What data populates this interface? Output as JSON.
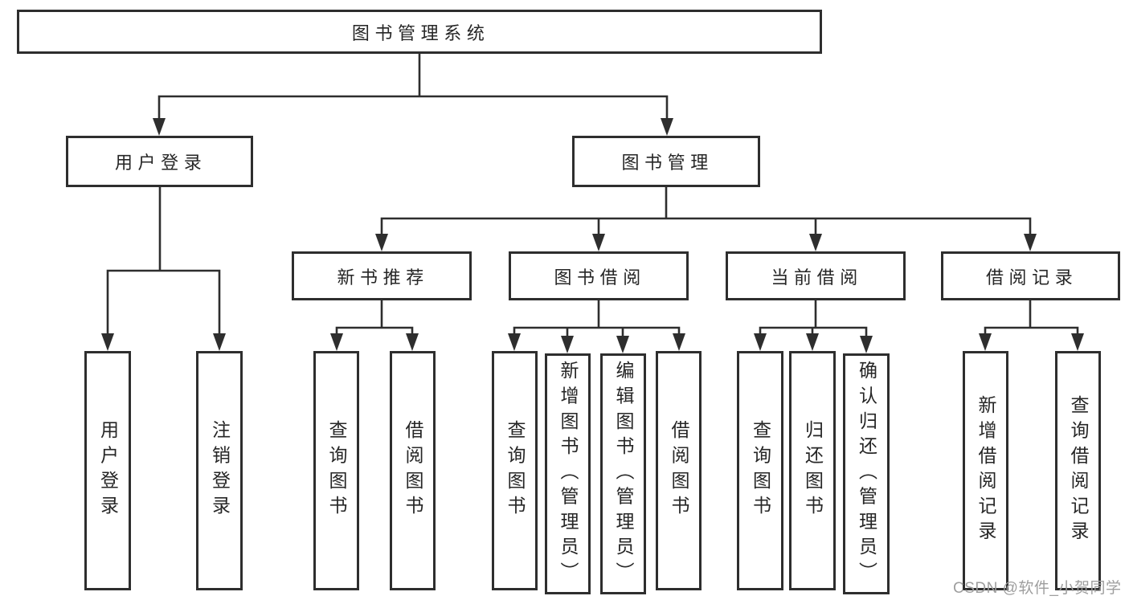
{
  "diagram_type": "hierarchy-diagram",
  "tree": {
    "root": {
      "label": "图书管理系统",
      "children": [
        {
          "label": "用户登录",
          "children": [
            {
              "label": "用户登录"
            },
            {
              "label": "注销登录"
            }
          ]
        },
        {
          "label": "图书管理",
          "children": [
            {
              "label": "新书推荐",
              "children": [
                {
                  "label": "查询图书"
                },
                {
                  "label": "借阅图书"
                }
              ]
            },
            {
              "label": "图书借阅",
              "children": [
                {
                  "label": "查询图书"
                },
                {
                  "label": "新增图书（管理员）"
                },
                {
                  "label": "编辑图书（管理员）"
                },
                {
                  "label": "借阅图书"
                }
              ]
            },
            {
              "label": "当前借阅",
              "children": [
                {
                  "label": "查询图书"
                },
                {
                  "label": "归还图书"
                },
                {
                  "label": "确认归还（管理员）"
                }
              ]
            },
            {
              "label": "借阅记录",
              "children": [
                {
                  "label": "新增借阅记录"
                },
                {
                  "label": "查询借阅记录"
                }
              ]
            }
          ]
        }
      ]
    }
  },
  "watermark": {
    "text": "CSDN @软件_小贺同学"
  },
  "colors": {
    "line": "#2e2e2e",
    "box_border": "#2e2e2e",
    "text": "#262626",
    "watermark": "#9e9e9e",
    "background": "#ffffff"
  }
}
